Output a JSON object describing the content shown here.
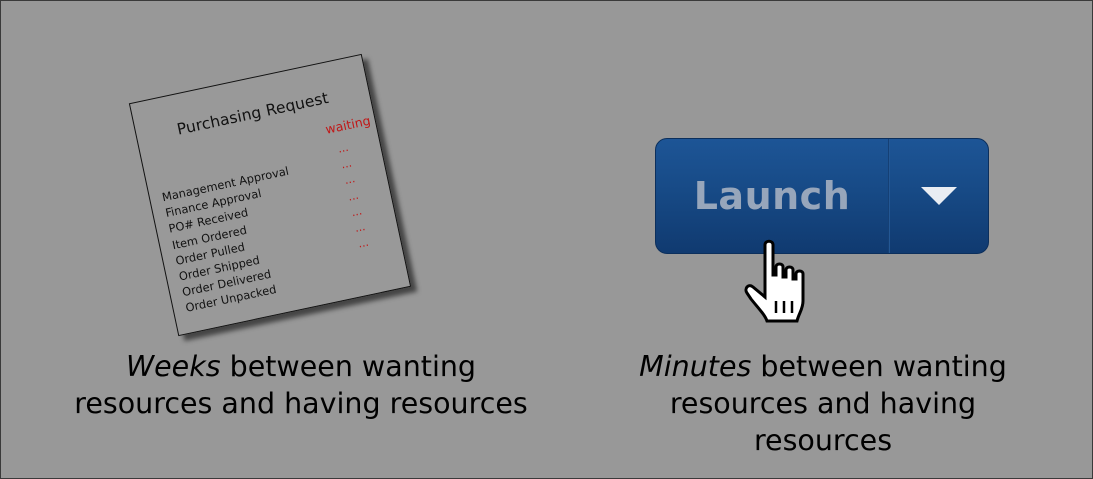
{
  "request_card": {
    "title": "Purchasing Request",
    "status_header": "waiting",
    "items": [
      {
        "label": "Management Approval",
        "status": "..."
      },
      {
        "label": "Finance Approval",
        "status": "..."
      },
      {
        "label": "PO# Received",
        "status": "..."
      },
      {
        "label": "Item Ordered",
        "status": "..."
      },
      {
        "label": "Order Pulled",
        "status": "..."
      },
      {
        "label": "Order Shipped",
        "status": "..."
      },
      {
        "label": "Order Delivered",
        "status": "..."
      },
      {
        "label": "Order Unpacked",
        "status": ""
      }
    ]
  },
  "left_caption": {
    "emphasis": "Weeks",
    "line1_rest": " between wanting",
    "line2": "resources and having resources"
  },
  "launch_button": {
    "label": "Launch",
    "dropdown_icon": "caret-down-icon"
  },
  "cursor": {
    "icon": "hand-pointer-icon"
  },
  "right_caption": {
    "emphasis": "Minutes",
    "line1_rest": " between wanting",
    "line2": "resources and having",
    "line3": "resources"
  },
  "colors": {
    "background": "#999999",
    "status_red": "#c01818",
    "button_blue": "#174a86",
    "button_text": "#97a6bb"
  }
}
